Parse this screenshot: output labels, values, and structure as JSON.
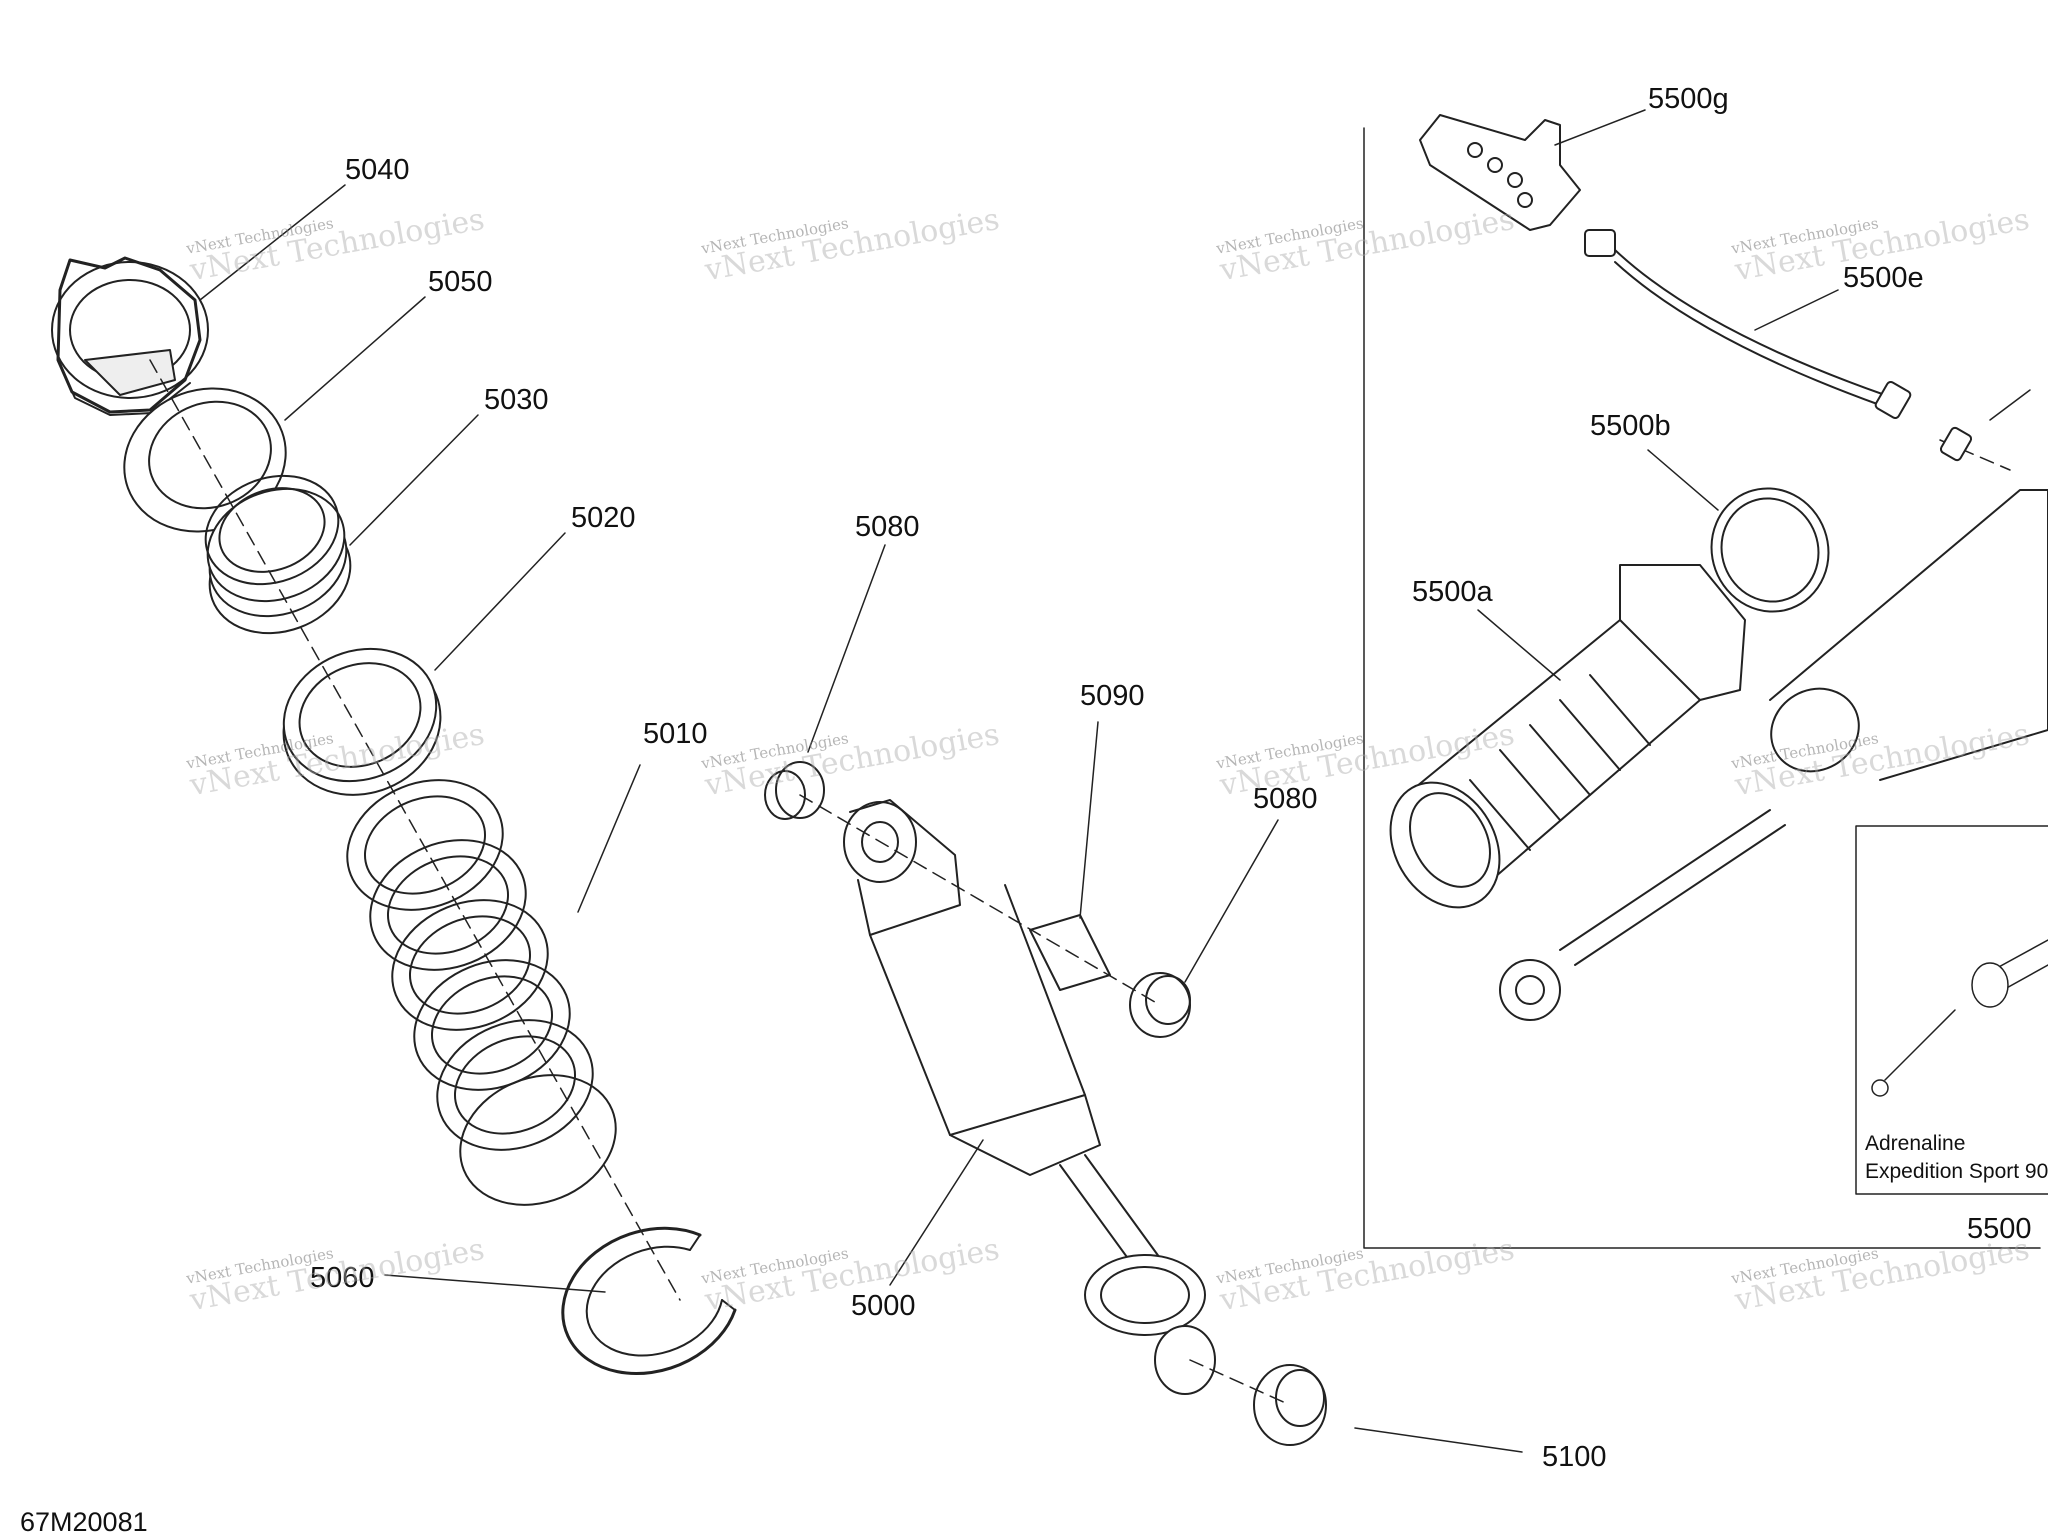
{
  "figure_id": "67M20081",
  "watermark": {
    "line1": "vNext Technologies",
    "line2": "vNext Technologies"
  },
  "callouts": [
    {
      "id": "5040",
      "label": "5040"
    },
    {
      "id": "5050",
      "label": "5050"
    },
    {
      "id": "5030",
      "label": "5030"
    },
    {
      "id": "5020",
      "label": "5020"
    },
    {
      "id": "5010",
      "label": "5010"
    },
    {
      "id": "5060",
      "label": "5060"
    },
    {
      "id": "5080a",
      "label": "5080"
    },
    {
      "id": "5090",
      "label": "5090"
    },
    {
      "id": "5080b",
      "label": "5080"
    },
    {
      "id": "5000",
      "label": "5000"
    },
    {
      "id": "5100",
      "label": "5100"
    },
    {
      "id": "5500g",
      "label": "5500g"
    },
    {
      "id": "5500e",
      "label": "5500e"
    },
    {
      "id": "5500b",
      "label": "5500b"
    },
    {
      "id": "5500a",
      "label": "5500a"
    },
    {
      "id": "5500",
      "label": "5500"
    }
  ],
  "inset": {
    "line1": "Adrenaline",
    "line2": "Expedition Sport 90"
  }
}
